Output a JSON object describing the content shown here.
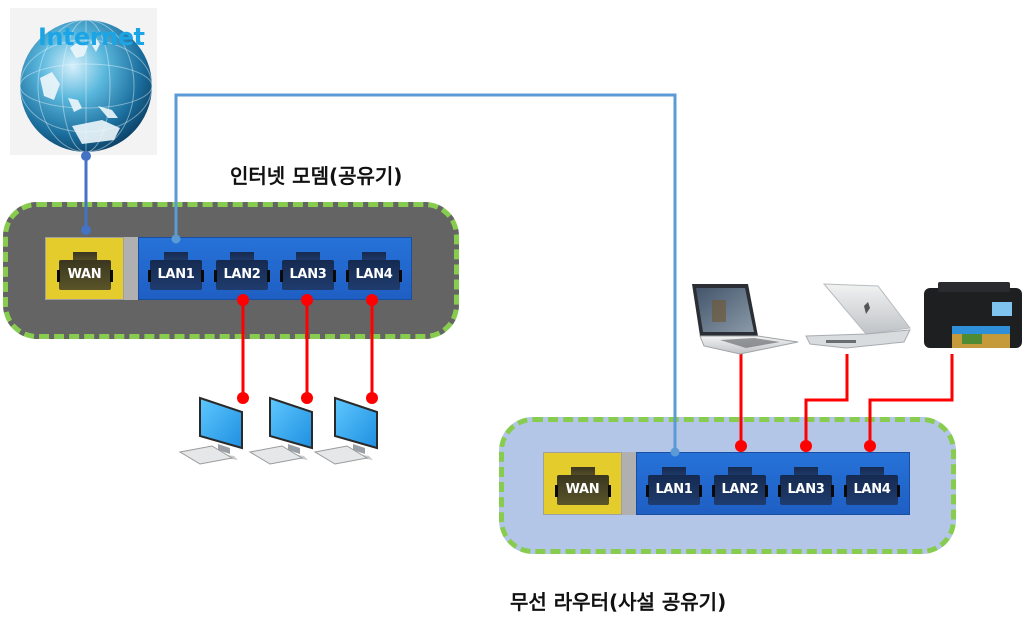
{
  "internet": {
    "label": "Internet",
    "icon": "globe-icon"
  },
  "modem": {
    "title": "인터넷 모뎀(공유기)",
    "wan_label": "WAN",
    "lan_ports": [
      "LAN1",
      "LAN2",
      "LAN3",
      "LAN4"
    ]
  },
  "router": {
    "title": "무선 라우터(사설 공유기)",
    "wan_label": "WAN",
    "lan_ports": [
      "LAN1",
      "LAN2",
      "LAN3",
      "LAN4"
    ]
  },
  "devices": {
    "modem_clients": [
      "desktop-pc",
      "desktop-pc",
      "desktop-pc"
    ],
    "router_clients": [
      "laptop",
      "laptop",
      "printer"
    ]
  },
  "connections": [
    {
      "from": "internet",
      "to": "modem.WAN",
      "type": "uplink"
    },
    {
      "from": "modem.LAN1",
      "to": "router.LAN1",
      "type": "uplink"
    },
    {
      "from": "modem.LAN2",
      "to": "desktop-pc-1",
      "type": "client"
    },
    {
      "from": "modem.LAN3",
      "to": "desktop-pc-2",
      "type": "client"
    },
    {
      "from": "modem.LAN4",
      "to": "desktop-pc-3",
      "type": "client"
    },
    {
      "from": "router.LAN2",
      "to": "laptop-1",
      "type": "client"
    },
    {
      "from": "router.LAN3",
      "to": "laptop-2",
      "type": "client"
    },
    {
      "from": "router.LAN4",
      "to": "printer",
      "type": "client"
    }
  ],
  "colors": {
    "uplink_dark": "#4472c4",
    "uplink_light": "#5b9bd5",
    "client_wire": "#ff0000",
    "modem_body": "#646464",
    "router_body": "#b4c6e7",
    "border_dash": "#88cc4f",
    "wan_port_bg": "#e4cc2c",
    "lan_port_bg": "#2672d8",
    "internet_text": "#1ba5e6"
  }
}
